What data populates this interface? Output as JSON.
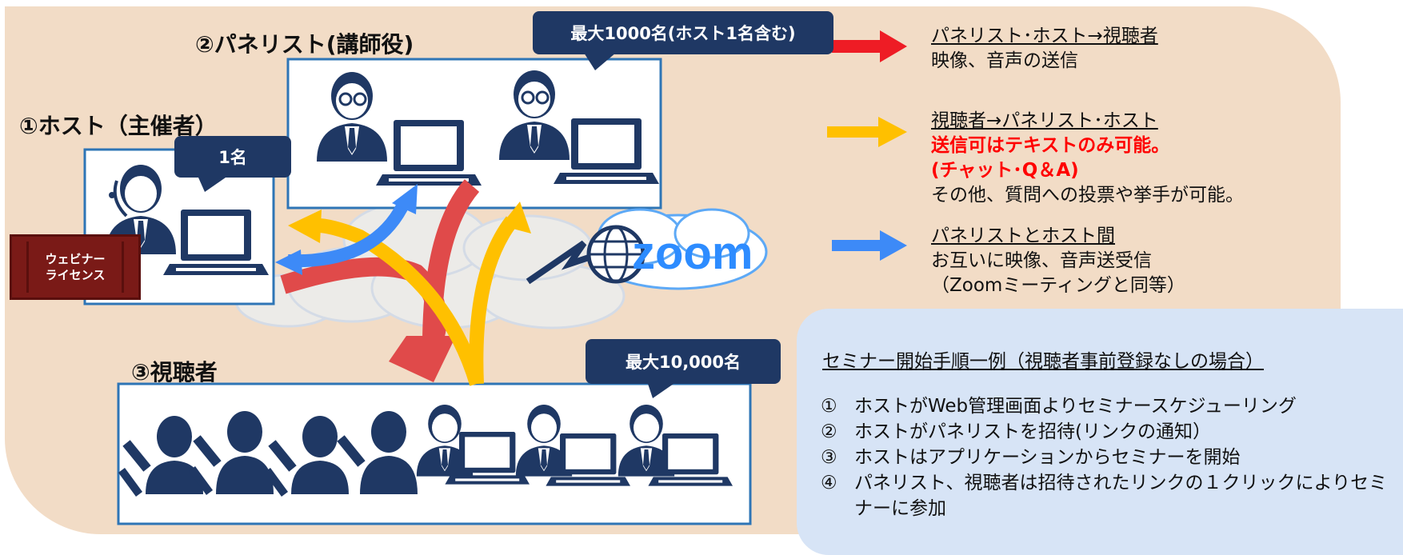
{
  "roles": {
    "host_label": "①ホスト（主催者）",
    "panelist_label": "②パネリスト(講師役)",
    "viewer_label": "③視聴者"
  },
  "callouts": {
    "host_count": "1名",
    "panelist_max": "最大1000名(ホスト1名含む)",
    "viewer_max": "最大10,000名"
  },
  "license": {
    "line1": "ウェビナー",
    "line2": "ライセンス"
  },
  "zoom_logo": "zoom",
  "legend": [
    {
      "arrow_color": "#ee1c25",
      "heading": "パネリスト･ホスト→視聴者",
      "lines": [
        "映像、音声の送信"
      ]
    },
    {
      "arrow_color": "#ffc000",
      "heading": "視聴者→パネリスト･ホスト",
      "red_lines": [
        "送信可はテキストのみ可能。",
        "(チャット･Q＆A)"
      ],
      "lines": [
        "その他、質問への投票や挙手が可能。"
      ]
    },
    {
      "arrow_color": "#3d8af7",
      "heading": "パネリストとホスト間",
      "lines": [
        "お互いに映像、音声送受信",
        "（Zoomミーティングと同等）"
      ]
    }
  ],
  "procedure": {
    "title": "セミナー開始手順一例（視聴者事前登録なしの場合）",
    "steps": [
      {
        "num": "①",
        "text": "ホストがWeb管理画面よりセミナースケジューリング"
      },
      {
        "num": "②",
        "text": "ホストがパネリストを招待(リンクの通知）"
      },
      {
        "num": "③",
        "text": "ホストはアプリケーションからセミナーを開始"
      },
      {
        "num": "④",
        "text": "パネリスト、視聴者は招待されたリンクの１クリックによりセミナーに参加"
      }
    ]
  },
  "colors": {
    "navy": "#1f3864",
    "blue_box": "#2e75b6",
    "red_arrow": "#e04a4a",
    "yellow_arrow": "#ffc000",
    "blue_arrow": "#3d8af7"
  }
}
